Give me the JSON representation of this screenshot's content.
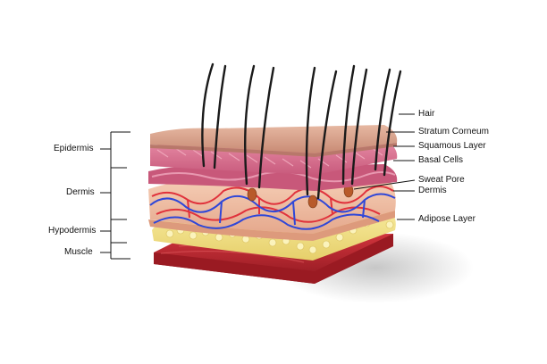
{
  "left_labels": {
    "epidermis": "Epidermis",
    "dermis": "Dermis",
    "hypodermis": "Hypodermis",
    "muscle": "Muscle"
  },
  "right_labels": {
    "hair": "Hair",
    "stratum_corneum": "Stratum Corneum",
    "squamous_layer": "Squamous Layer",
    "basal_cells": "Basal Cells",
    "sweat_pore": "Sweat Pore",
    "dermis": "Dermis",
    "adipose_layer": "Adipose Layer"
  },
  "colors": {
    "stratum_corneum": "#d9a08a",
    "squamous": "#d9708f",
    "basal": "#c8587a",
    "dermis": "#f0c2a8",
    "adipose": "#f2e28a",
    "muscle": "#b4232c",
    "artery": "#e0323c",
    "vein": "#2f47d8",
    "hair": "#1a1a1a"
  }
}
